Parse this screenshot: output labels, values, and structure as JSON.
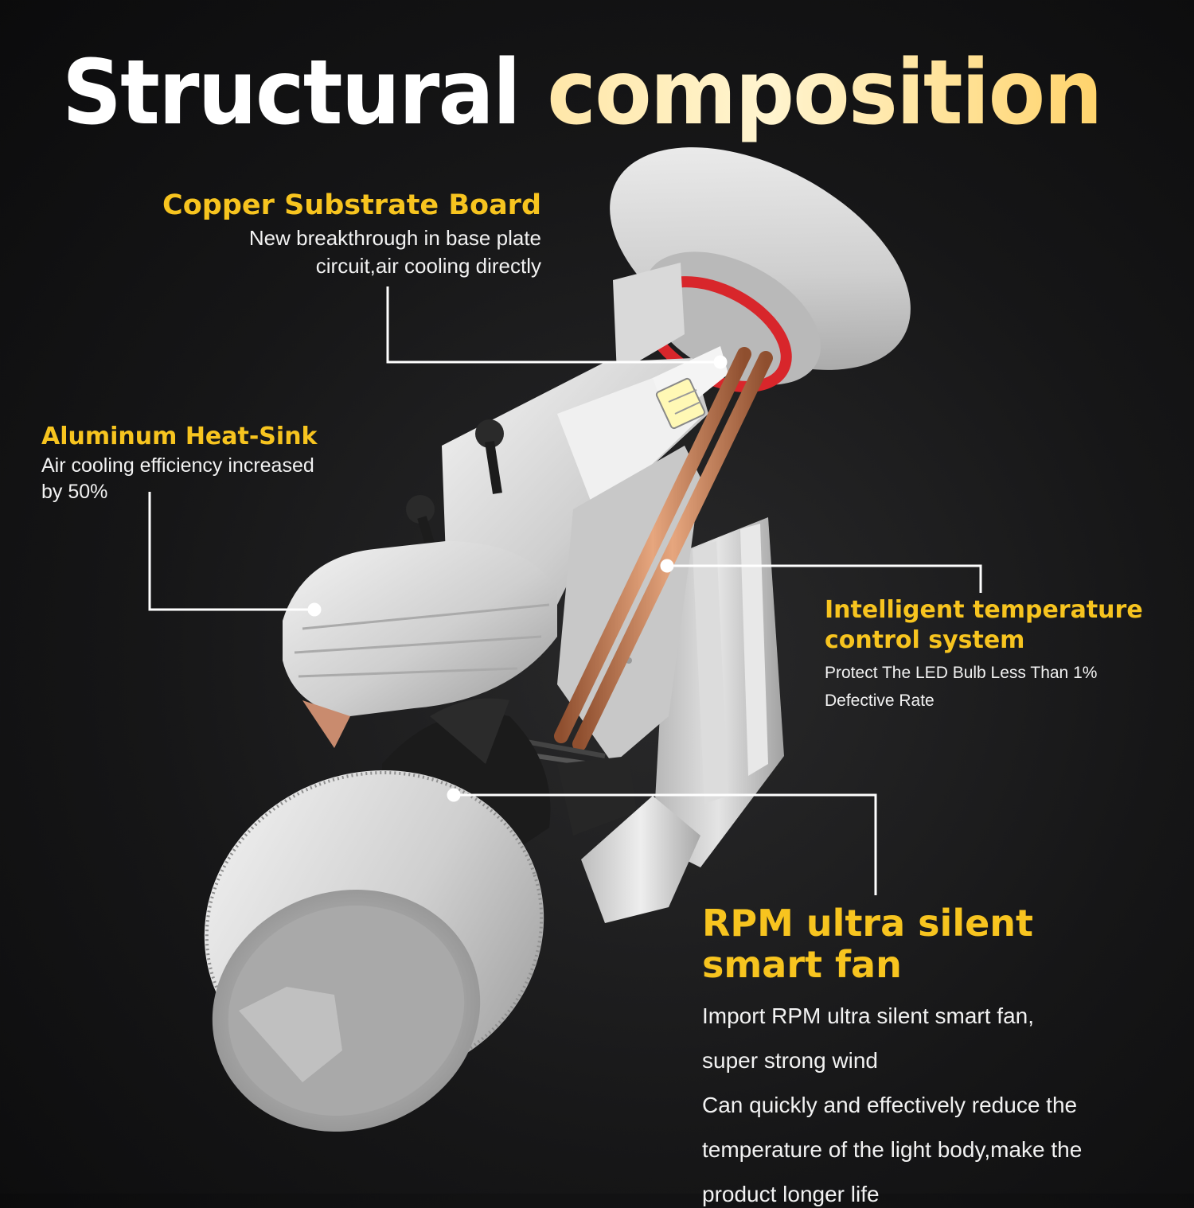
{
  "title": {
    "part1": "Structural",
    "part2": "composition"
  },
  "callouts": {
    "copper_board": {
      "heading": "Copper Substrate Board",
      "lines": [
        "New breakthrough in base plate",
        "circuit,air cooling directly"
      ]
    },
    "heat_sink": {
      "heading": "Aluminum Heat-Sink",
      "lines": [
        "Air cooling efficiency increased",
        "by 50%"
      ]
    },
    "temperature_control": {
      "heading_lines": [
        "Intelligent temperature",
        "control system"
      ],
      "lines": [
        "Protect The LED Bulb Less Than 1%",
        "Defective Rate"
      ]
    },
    "smart_fan": {
      "heading_lines": [
        "RPM ultra silent",
        "smart fan"
      ],
      "lines": [
        "Import RPM ultra silent smart fan,",
        "super strong wind",
        "Can quickly and effectively reduce the",
        "temperature of the light body,make the",
        "product longer life"
      ]
    }
  },
  "colors": {
    "accent_yellow": "#f7c41f",
    "text_white": "#ffffff",
    "background": "#161617",
    "copper": "#c9835a",
    "seal_red": "#d8262b"
  },
  "icons": [
    "led-bulb-exploded-illustration"
  ]
}
